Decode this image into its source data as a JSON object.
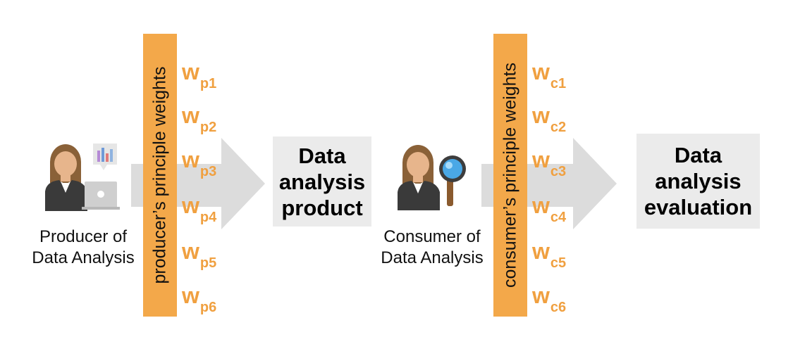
{
  "producer": {
    "caption_line1": "Producer of",
    "caption_line2": "Data Analysis",
    "icon": "producer-person-icon",
    "bar_label": "producer’s principle weights",
    "weights": [
      {
        "w": "w",
        "sub": "p1"
      },
      {
        "w": "w",
        "sub": "p2"
      },
      {
        "w": "w",
        "sub": "p3"
      },
      {
        "w": "w",
        "sub": "p4"
      },
      {
        "w": "w",
        "sub": "p5"
      },
      {
        "w": "w",
        "sub": "p6"
      }
    ]
  },
  "product_box": {
    "line1": "Data",
    "line2": "analysis",
    "line3": "product"
  },
  "consumer": {
    "caption_line1": "Consumer of",
    "caption_line2": "Data Analysis",
    "icon": "consumer-person-magnifier-icon",
    "bar_label": "consumer’s principle weights",
    "weights": [
      {
        "w": "w",
        "sub": "c1"
      },
      {
        "w": "w",
        "sub": "c2"
      },
      {
        "w": "w",
        "sub": "c3"
      },
      {
        "w": "w",
        "sub": "c4"
      },
      {
        "w": "w",
        "sub": "c5"
      },
      {
        "w": "w",
        "sub": "c6"
      }
    ]
  },
  "evaluation_box": {
    "line1": "Data",
    "line2": "analysis",
    "line3": "evaluation"
  },
  "colors": {
    "orange_bar": "#f3a84a",
    "weight_text": "#f0a040",
    "arrow": "#dcdcdc",
    "box": "#ebebeb"
  }
}
